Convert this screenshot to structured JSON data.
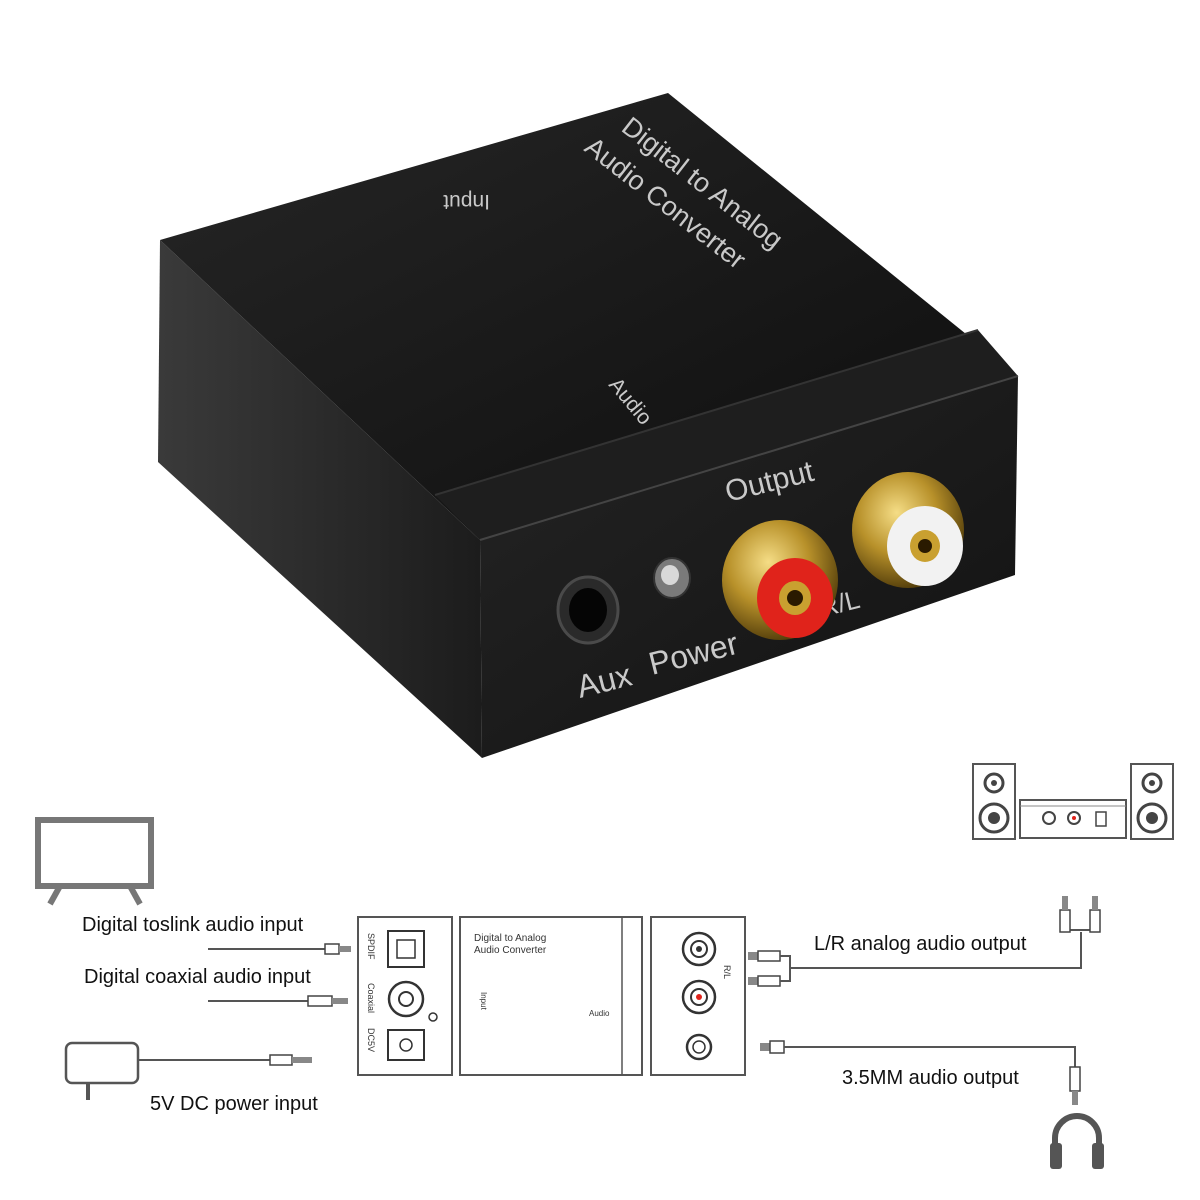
{
  "device": {
    "top_title_line1": "Digital to Analog",
    "top_title_line2": "Audio Converter",
    "top_input_label": "Input",
    "top_audio_label": "Audio",
    "output_label": "Output",
    "rl_label": "R/L",
    "aux_label": "Aux",
    "power_label": "Power"
  },
  "diagram": {
    "toslink_label": "Digital toslink audio input",
    "coaxial_label": "Digital coaxial audio input",
    "dc_label": "5V DC power input",
    "lr_label": "L/R analog audio output",
    "aux_out_label": "3.5MM audio output",
    "box_title_line1": "Digital to Analog",
    "box_title_line2": "Audio Converter",
    "box_input": "Input",
    "box_audio": "Audio",
    "panel_spdif": "SPDIF",
    "panel_coaxial": "Coaxial",
    "panel_dc": "DC5V",
    "panel_rl": "R/L"
  },
  "colors": {
    "device_body": "#1a1a1a",
    "rca_red": "#e0231b",
    "rca_white": "#f2f2f2",
    "gold": "#b8912a",
    "line": "#555555"
  }
}
